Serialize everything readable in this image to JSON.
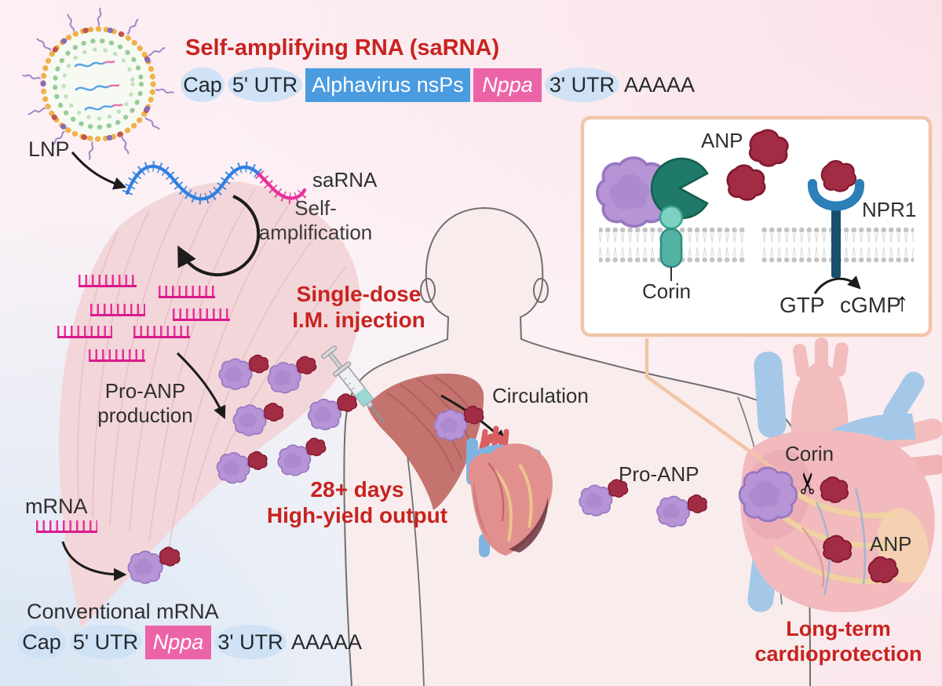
{
  "colors": {
    "accent_red": "#c8231f",
    "construct_blue": "#4a9be0",
    "construct_pink": "#ec64a8",
    "pill_blue": "#cfe2f6",
    "rna_blue": "#2f7fe0",
    "rna_pink": "#e8309a",
    "tissue_pink": "#f3d6d9",
    "callout_peach": "#f1c5a7",
    "proanp_purple": "#b694d6",
    "anp_maroon": "#a22c44"
  },
  "lnp": {
    "label": "LNP"
  },
  "sarna": {
    "title": "Self-amplifying RNA (saRNA)",
    "molecule_label": "saRNA",
    "construct": {
      "cap": "Cap",
      "utr5": "5' UTR",
      "nsps": "Alphavirus nsPs",
      "gene": "Nppa",
      "utr3": "3' UTR",
      "polya": "AAAAA"
    }
  },
  "process": {
    "self_amplification_line1": "Self-",
    "self_amplification_line2": "amplification",
    "proanp_production_line1": "Pro-ANP",
    "proanp_production_line2": "production"
  },
  "injection": {
    "line1": "Single-dose",
    "line2": "I.M. injection",
    "days_line1": "28+ days",
    "days_line2": "High-yield output"
  },
  "body": {
    "circulation": "Circulation",
    "proanp": "Pro-ANP"
  },
  "inset": {
    "anp": "ANP",
    "corin": "Corin",
    "npr1": "NPR1",
    "gtp": "GTP",
    "cgmp": "cGMP",
    "cgmp_arrow": "↑"
  },
  "heart": {
    "corin": "Corin",
    "anp": "ANP",
    "scissors_icon": "✂",
    "outcome_line1": "Long-term",
    "outcome_line2": "cardioprotection"
  },
  "mrna": {
    "label": "mRNA",
    "title": "Conventional mRNA",
    "construct": {
      "cap": "Cap",
      "utr5": "5' UTR",
      "gene": "Nppa",
      "utr3": "3' UTR",
      "polya": "AAAAA"
    }
  }
}
